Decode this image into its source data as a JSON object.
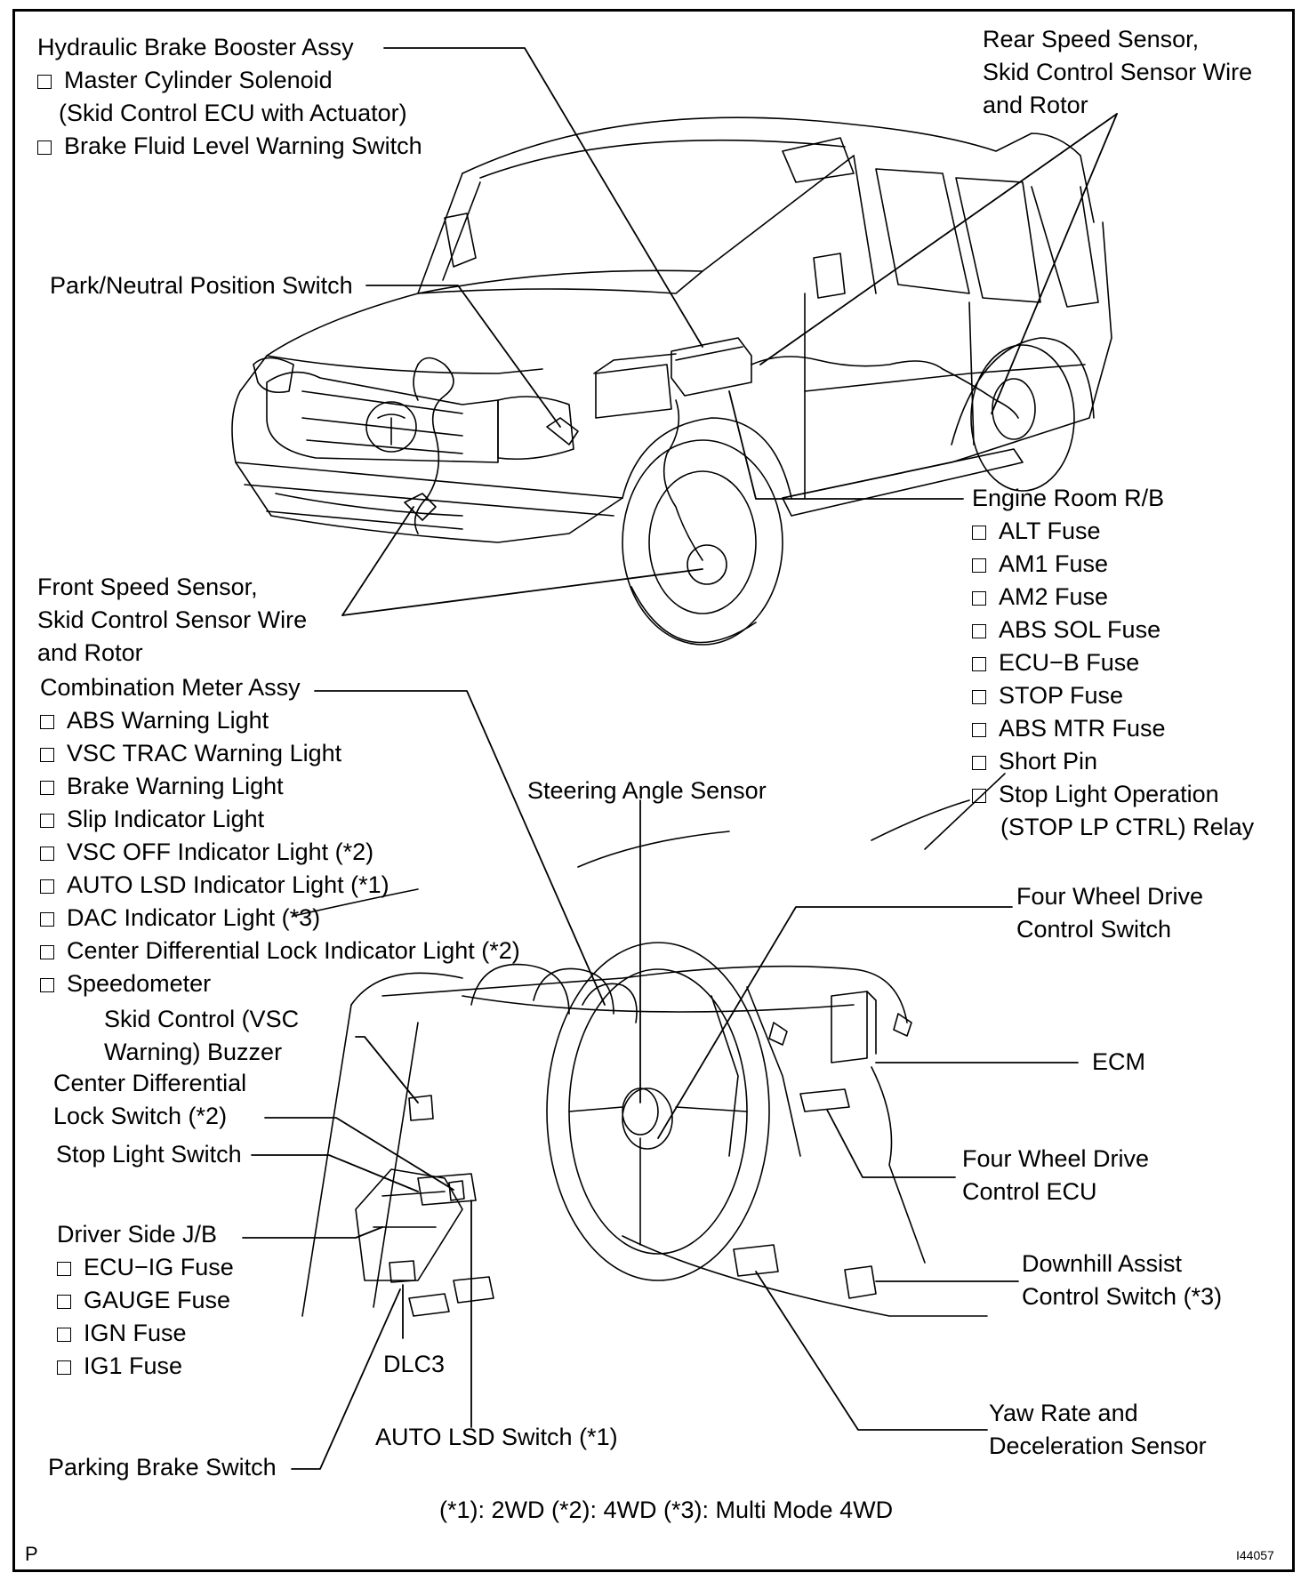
{
  "callouts": {
    "hydraulic_booster": {
      "title": "Hydraulic Brake Booster Assy",
      "items": [
        "Master Cylinder Solenoid",
        "(Skid Control ECU with Actuator)",
        "Brake Fluid Level Warning Switch"
      ]
    },
    "rear_speed_sensor": {
      "lines": [
        "Rear Speed Sensor,",
        "Skid Control Sensor Wire",
        "and Rotor"
      ]
    },
    "park_neutral": {
      "title": "Park/Neutral Position Switch"
    },
    "engine_room_rb": {
      "title": "Engine Room R/B",
      "items": [
        "ALT Fuse",
        "AM1 Fuse",
        "AM2 Fuse",
        "ABS SOL Fuse",
        "ECU−B Fuse",
        "STOP Fuse",
        "ABS MTR Fuse",
        "Short Pin",
        "Stop Light Operation",
        "(STOP LP CTRL) Relay"
      ]
    },
    "front_speed_sensor": {
      "lines": [
        "Front Speed Sensor,",
        "Skid Control Sensor Wire",
        "and Rotor"
      ]
    },
    "combination_meter": {
      "title": "Combination Meter Assy",
      "items": [
        "ABS Warning Light",
        "VSC TRAC Warning Light",
        "Brake Warning Light",
        "Slip Indicator Light",
        "VSC OFF Indicator Light (*2)",
        "AUTO LSD Indicator Light (*1)",
        "DAC Indicator Light (*3)",
        "Center Differential Lock Indicator Light (*2)",
        "Speedometer"
      ]
    },
    "steering_angle": {
      "title": "Steering Angle Sensor"
    },
    "four_wd_switch": {
      "lines": [
        "Four Wheel Drive",
        "Control Switch"
      ]
    },
    "skid_buzzer": {
      "lines": [
        "Skid Control (VSC",
        "Warning) Buzzer"
      ]
    },
    "ecm": {
      "title": "ECM"
    },
    "center_diff_lock": {
      "lines": [
        "Center Differential",
        "Lock Switch (*2)"
      ]
    },
    "four_wd_ecu": {
      "lines": [
        "Four Wheel Drive",
        "Control ECU"
      ]
    },
    "stop_light_switch": {
      "title": "Stop Light Switch"
    },
    "driver_jb": {
      "title": "Driver Side J/B",
      "items": [
        "ECU−IG Fuse",
        "GAUGE Fuse",
        "IGN Fuse",
        "IG1 Fuse"
      ]
    },
    "downhill_assist": {
      "lines": [
        "Downhill Assist",
        "Control Switch (*3)"
      ]
    },
    "dlc3": {
      "title": "DLC3"
    },
    "yaw_rate": {
      "lines": [
        "Yaw Rate and",
        "Deceleration Sensor"
      ]
    },
    "auto_lsd": {
      "title": "AUTO LSD Switch (*1)"
    },
    "parking_brake": {
      "title": "Parking Brake Switch"
    }
  },
  "footnote": "(*1): 2WD (*2): 4WD (*3): Multi Mode 4WD",
  "corner_left": "P",
  "corner_right": "I44057"
}
